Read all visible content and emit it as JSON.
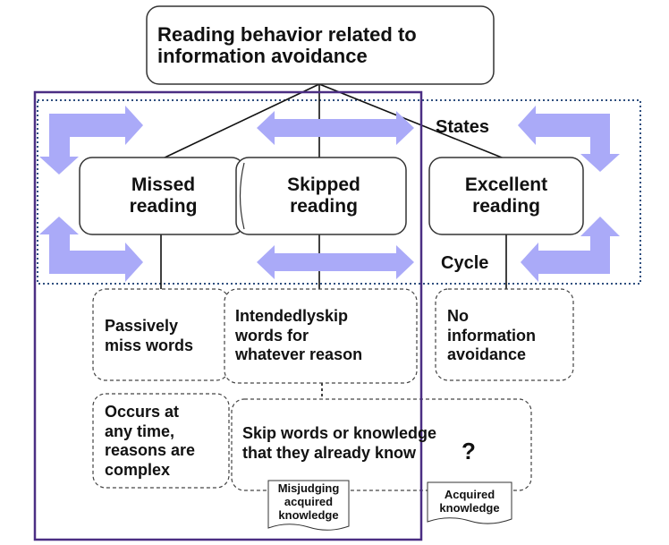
{
  "title": "Reading behavior related to information avoidance",
  "states_label": "States",
  "cycle_label": "Cycle",
  "nodes": {
    "missed": "Missed\nreading",
    "skipped": "Skipped\nreading",
    "excellent": "Excellent\nreading"
  },
  "descriptions": {
    "passively": "Passively\nmiss words",
    "intendedly": "Intendedlyskip\nwords for\nwhatever reason",
    "no_avoidance": "No\ninformation\navoidance",
    "occurs": "Occurs at\nany time,\nreasons are\ncomplex",
    "skip_known": "Skip words or knowledge\nthat they already know",
    "question_mark": "?"
  },
  "documents": {
    "misjudging": "Misjudging\nacquired\nknowledge",
    "acquired": "Acquired\nknowledge"
  },
  "colors": {
    "arrow_fill": "#aaaaf8",
    "purple_frame": "#4b2e83",
    "dotted_frame": "#2f4f7f",
    "line": "#111111"
  }
}
